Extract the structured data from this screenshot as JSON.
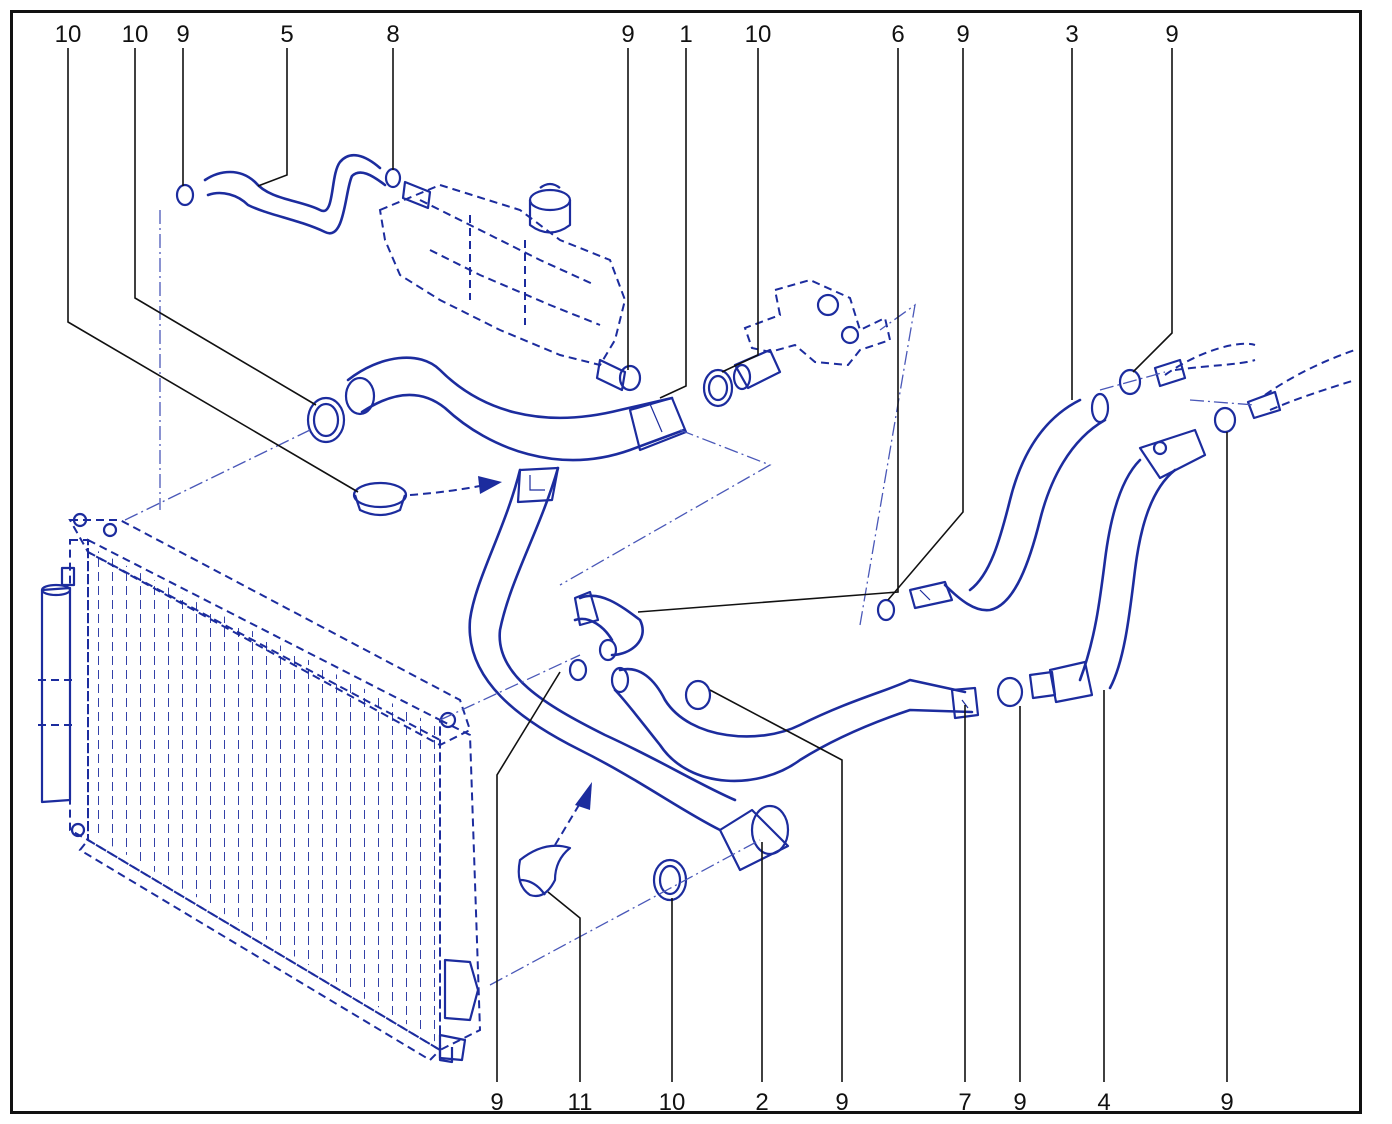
{
  "callouts_top": [
    "10",
    "10",
    "9",
    "5",
    "8",
    "9",
    "1",
    "10",
    "6",
    "9",
    "3",
    "9"
  ],
  "callouts_bottom": [
    "9",
    "11",
    "10",
    "2",
    "9",
    "7",
    "9",
    "4",
    "9"
  ],
  "colors": {
    "line_art": "#1c2c9e",
    "leader": "#111111",
    "frame": "#111111",
    "background": "#ffffff"
  }
}
